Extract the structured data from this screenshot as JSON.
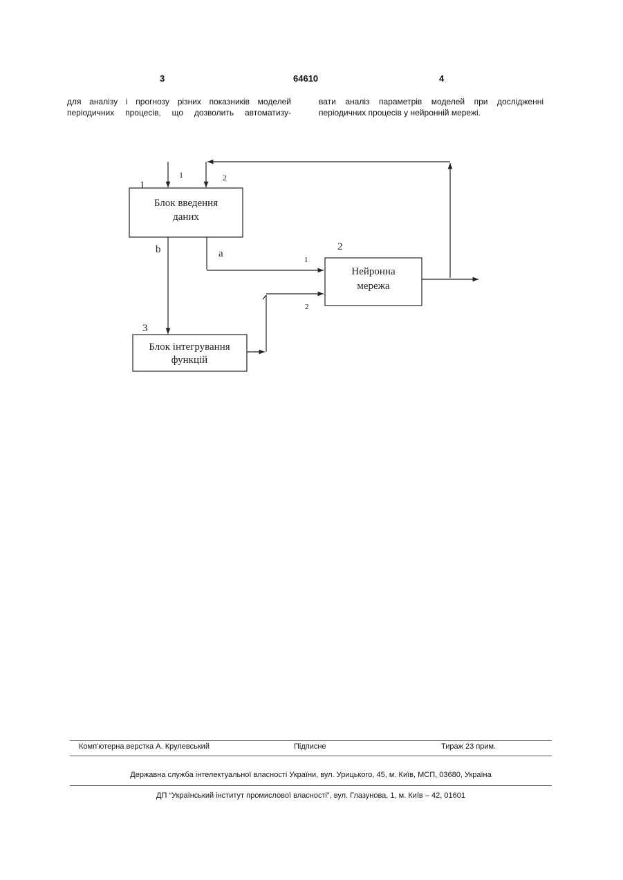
{
  "header": {
    "left_page": "3",
    "patent_number": "64610",
    "right_page": "4"
  },
  "text": {
    "left_col": [
      "для аналізу і прогнозу різних показників моделей",
      "періодичних процесів, що дозволить автоматизу-"
    ],
    "right_col": [
      "вати аналіз параметрів моделей при дослідженні",
      "періодичних процесів у нейронній мережі."
    ]
  },
  "diagram": {
    "block1": {
      "number": "1",
      "line1": "Блок введення",
      "line2": "даних"
    },
    "block2": {
      "number": "2",
      "line1": "Нейронна",
      "line2": "мережа"
    },
    "block3": {
      "number": "3",
      "line1": "Блок інтегрування",
      "line2": "функцій"
    },
    "labels": {
      "in1": "1",
      "in2": "2",
      "out_a": "a",
      "out_b": "b",
      "nn_in1": "1",
      "nn_in2": "2"
    }
  },
  "footer": {
    "layout": "Комп'ютерна верстка А. Крулевський",
    "signed": "Підписне",
    "circulation": "Тираж 23 прим.",
    "agency": "Державна служба інтелектуальної власності України, вул. Урицького, 45, м. Київ, МСП, 03680, Україна",
    "institute": "ДП “Український інститут промислової власності”, вул. Глазунова, 1, м. Київ – 42, 01601"
  }
}
